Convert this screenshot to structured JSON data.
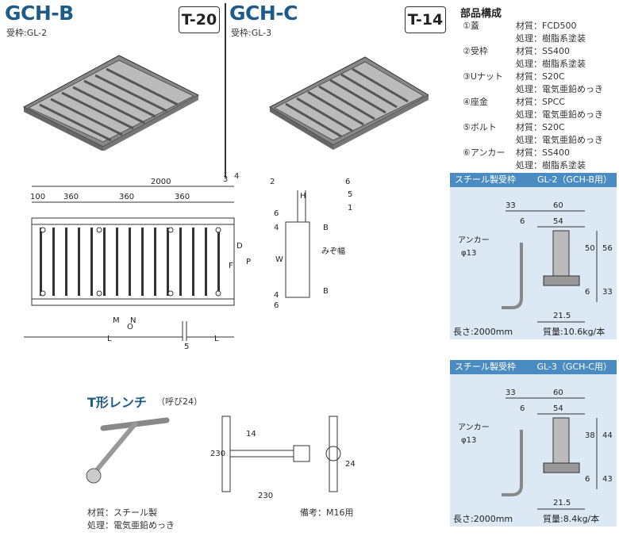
{
  "products": [
    {
      "name": "GCH-B",
      "frame": "受枠:GL-2",
      "code": "T-20"
    },
    {
      "name": "GCH-C",
      "frame": "受枠:GL-3",
      "code": "T-14"
    }
  ],
  "parts": {
    "title": "部品構成",
    "rows": [
      {
        "part": "①蓋",
        "label": "材質：FCD500"
      },
      {
        "part": "",
        "label": "処理：樹脂系塗装"
      },
      {
        "part": "②受枠",
        "label": "材質：SS400"
      },
      {
        "part": "",
        "label": "処理：樹脂系塗装"
      },
      {
        "part": "③Uナット",
        "label": "材質：S20C"
      },
      {
        "part": "",
        "label": "処理：電気亜鉛めっき"
      },
      {
        "part": "④座金",
        "label": "材質：SPCC"
      },
      {
        "part": "",
        "label": "処理：電気亜鉛めっき"
      },
      {
        "part": "⑤ボルト",
        "label": "材質：S20C"
      },
      {
        "part": "",
        "label": "処理：電気亜鉛めっき"
      },
      {
        "part": "⑥アンカー",
        "label": "材質：SS400"
      },
      {
        "part": "",
        "label": "処理：樹脂系塗装"
      }
    ]
  },
  "frames": [
    {
      "title": "スチール製受枠",
      "model": "GL-2（GCH-B用）",
      "anchor": "アンカー",
      "anchor_dia": "φ13",
      "d_top": "33",
      "d_60": "60",
      "d_6": "6",
      "d_54": "54",
      "d_r1": "50",
      "d_r2": "56",
      "d_r3": "6",
      "d_r4": "33",
      "d_bot": "21.5",
      "length": "長さ:2000mm",
      "mass": "質量:10.6kg/本"
    },
    {
      "title": "スチール製受枠",
      "model": "GL-3（GCH-C用）",
      "anchor": "アンカー",
      "anchor_dia": "φ13",
      "d_top": "33",
      "d_60": "60",
      "d_6": "6",
      "d_54": "54",
      "d_r1": "38",
      "d_r2": "44",
      "d_r3": "6",
      "d_r4": "43",
      "d_bot": "21.5",
      "length": "長さ:2000mm",
      "mass": "質量:8.4kg/本"
    }
  ],
  "plan": {
    "total": "2000",
    "d100": "100",
    "d360a": "360",
    "d360b": "360",
    "d360c": "360",
    "c3": "3",
    "c4": "4",
    "c2": "2",
    "c6": "6",
    "c5": "5",
    "c1": "1",
    "D": "D",
    "F": "F",
    "P": "P",
    "W": "W",
    "H": "H",
    "B": "B",
    "mizo": "みぞ幅",
    "M": "M",
    "N": "N",
    "O": "O",
    "L": "L",
    "gap": "5",
    "v4a": "4",
    "v6a": "6",
    "v4b": "4",
    "v6b": "6"
  },
  "wrench": {
    "title": "T形レンチ",
    "nominal": "（呼び24）",
    "d230h": "230",
    "d14": "14",
    "d230w": "230",
    "d24": "24",
    "material": "材質：スチール製",
    "finish": "処理：電気亜鉛めっき",
    "note": "備考：M16用"
  }
}
